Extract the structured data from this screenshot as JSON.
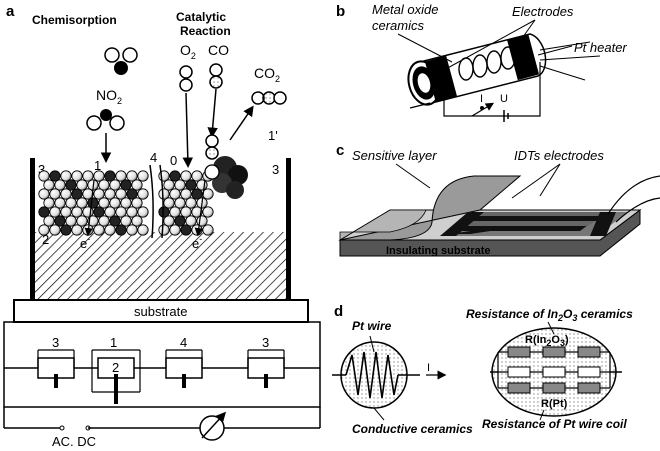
{
  "panel_a": {
    "label": "a",
    "chemisorption": "Chemisorption",
    "catalytic": "Catalytic",
    "reaction": "Reaction",
    "no2": "NO",
    "o2": "O",
    "co": "CO",
    "co2": "CO",
    "sub2": "2",
    "num_3": "3",
    "num_1": "1",
    "num_4": "4",
    "num_1p": "1'",
    "num_2": "2",
    "electron": "e",
    "minus": "-",
    "substrate": "substrate",
    "circuit_3": "3",
    "circuit_1": "1",
    "circuit_2": "2",
    "circuit_4": "4",
    "ac_dc": "AC. DC"
  },
  "panel_b": {
    "label": "b",
    "metal_oxide_1": "Metal oxide",
    "metal_oxide_2": "ceramics",
    "electrodes": "Electrodes",
    "pt_heater": "Pt heater",
    "current": "I",
    "voltage": "U"
  },
  "panel_c": {
    "label": "c",
    "sensitive_layer": "Sensitive layer",
    "idts": "IDTs electrodes",
    "insulating": "Insulating substrate"
  },
  "panel_d": {
    "label": "d",
    "pt_wire": "Pt wire",
    "resistance_in2o3_pre": "Resistance of In",
    "resistance_in2o3_sub1": "2",
    "resistance_in2o3_mid": "O",
    "resistance_in2o3_sub2": "3",
    "resistance_in2o3_post": " ceramics",
    "r_in2o3_pre": "R(In",
    "r_in2o3_sub1": "2",
    "r_in2o3_mid": "O",
    "r_in2o3_sub2": "3",
    "r_in2o3_post": ")",
    "r_pt": "R(Pt)",
    "current": "I",
    "conductive": "Conductive ceramics",
    "resistance_pt": "Resistance of Pt wire coil"
  }
}
